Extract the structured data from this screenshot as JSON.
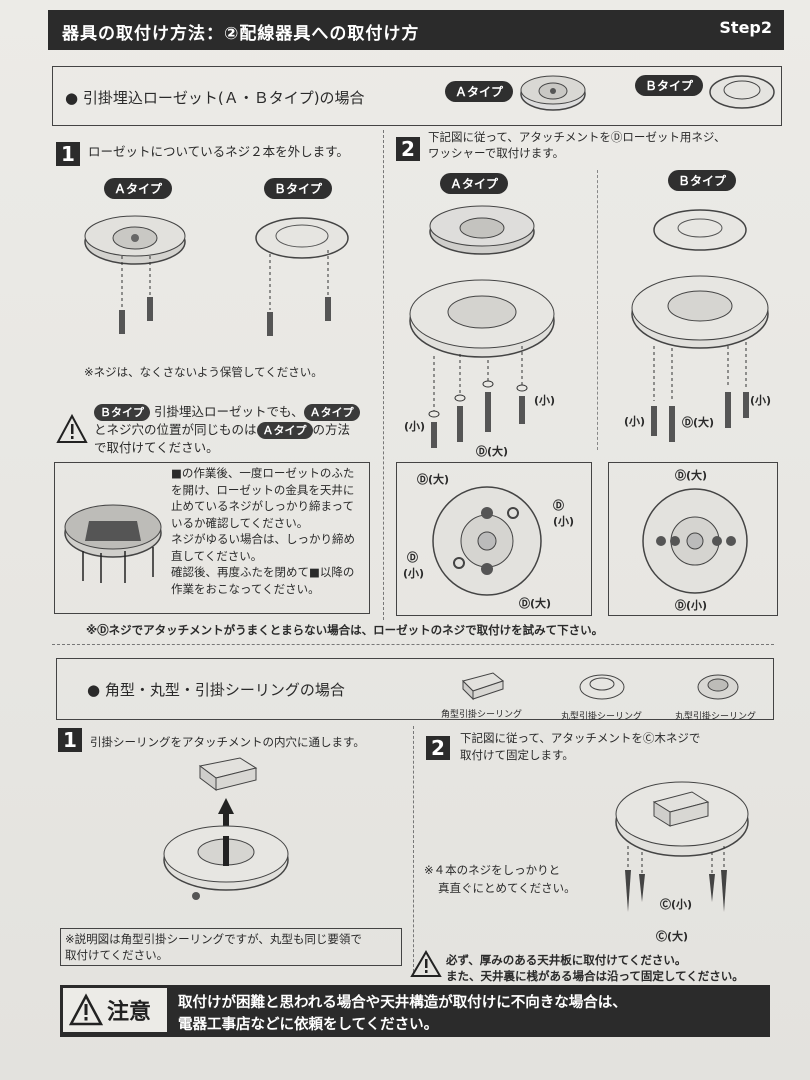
{
  "header": {
    "title": "器具の取付け方法：②配線器具への取付け方",
    "step": "Step2"
  },
  "section_a": {
    "title": "● 引掛埋込ローゼット(Ａ・Ｂタイプ)の場合",
    "type_a": "Ａタイプ",
    "type_b": "Ｂタイプ",
    "step1": {
      "num": "1",
      "text": "ローゼットについているネジ２本を外します。",
      "type_a": "Ａタイプ",
      "type_b": "Ｂタイプ",
      "note": "※ネジは、なくさないよう保管してください。",
      "warn_b": "Ｂタイプ",
      "warn_line1_rest": "引掛埋込ローゼットでも、",
      "warn_a": "Ａタイプ",
      "warn_line2_pre": "とネジ穴の位置が同じものは",
      "warn_a2": "Ａタイプ",
      "warn_line2_post": "の方法",
      "warn_line3": "で取付けてください。",
      "check_lines": [
        "■の作業後、一度ローゼットのふた",
        "を開け、ローゼットの金具を天井に",
        "止めているネジがしっかり締まって",
        "いるか確認してください。",
        "ネジがゆるい場合は、しっかり締め",
        "直してください。",
        "確認後、再度ふたを閉めて■以降の",
        "作業をおこなってください。"
      ]
    },
    "step2": {
      "num": "2",
      "line1": "下記図に従って、アタッチメントをⒹローゼット用ネジ、",
      "line2": "ワッシャーで取付けます。",
      "type_a": "Ａタイプ",
      "type_b": "Ｂタイプ",
      "lbl_large": "(大)",
      "lbl_small": "(小)",
      "lbl_d_large": "Ⓓ(大)",
      "lbl_d_small": "Ⓓ(小)",
      "lbl_d": "Ⓓ"
    },
    "footnote": "※Ⓓネジでアタッチメントがうまくとまらない場合は、ローゼットのネジで取付けを試みて下さい。"
  },
  "section_b": {
    "title": "● 角型・丸型・引掛シーリングの場合",
    "captions": [
      "角型引掛シーリング",
      "丸型引掛シーリング",
      "丸型引掛シーリング"
    ],
    "step1": {
      "num": "1",
      "text": "引掛シーリングをアタッチメントの内穴に通します。",
      "note_line1": "※説明図は角型引掛シーリングですが、丸型も同じ要領で",
      "note_line2": "取付けてください。"
    },
    "step2": {
      "num": "2",
      "line1": "下記図に従って、アタッチメントをⒸ木ネジで",
      "line2": "取付けて固定します。",
      "note_line1": "※４本のネジをしっかりと",
      "note_line2": "真直ぐにとめてください。",
      "lbl_c_small": "Ⓒ(小)",
      "lbl_c_large": "Ⓒ(大)"
    },
    "warn_line1": "必ず、厚みのある天井板に取付けてください。",
    "warn_line2": "また、天井裏に桟がある場合は沿って固定してください。"
  },
  "caution": {
    "label": "注意",
    "line1": "取付けが困難と思われる場合や天井構造が取付けに不向きな場合は、",
    "line2": "電器工事店などに依頼をしてください。"
  },
  "colors": {
    "dark": "#2b2b2b",
    "paper": "#e9e8e4",
    "line": "#444444"
  }
}
